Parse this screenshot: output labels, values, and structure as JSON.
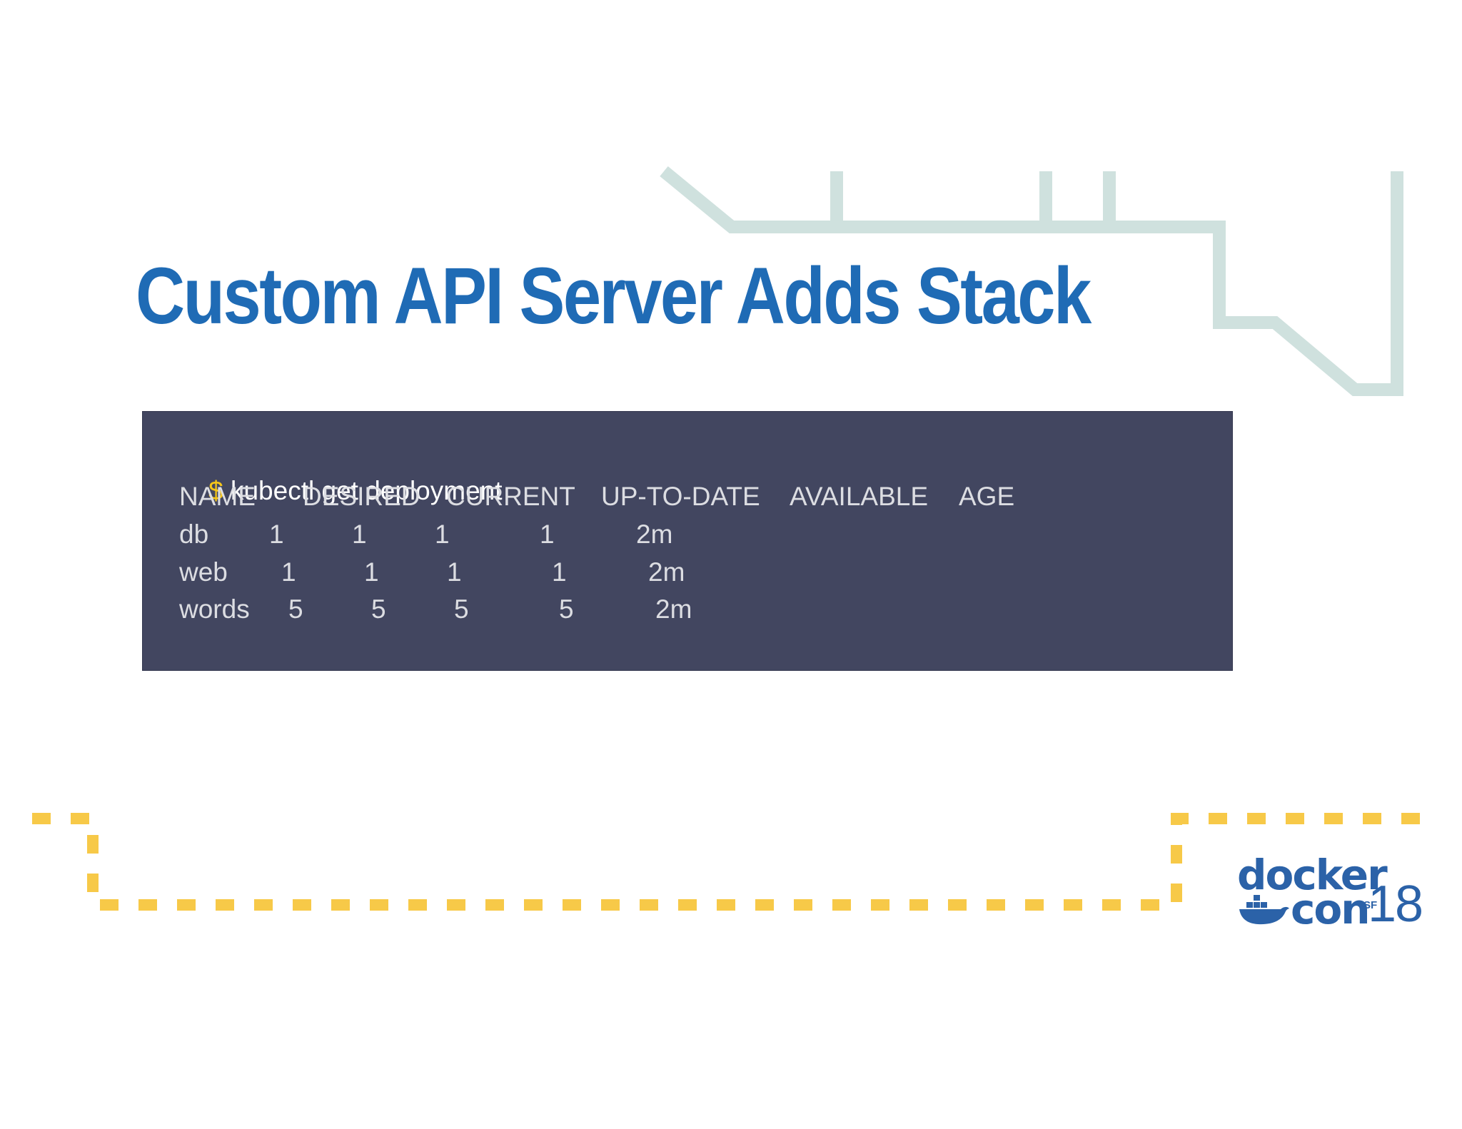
{
  "slide": {
    "title": "Custom API Server Adds Stack"
  },
  "terminal": {
    "prompt": "$",
    "command": "kubectl get deployment",
    "columns": [
      "NAME",
      "DESIRED",
      "CURRENT",
      "UP-TO-DATE",
      "AVAILABLE",
      "AGE"
    ],
    "rows": [
      {
        "name": "db",
        "desired": "1",
        "current": "1",
        "up_to_date": "1",
        "available": "1",
        "age": "2m"
      },
      {
        "name": "web",
        "desired": "1",
        "current": "1",
        "up_to_date": "1",
        "available": "1",
        "age": "2m"
      },
      {
        "name": "words",
        "desired": "5",
        "current": "5",
        "up_to_date": "5",
        "available": "5",
        "age": "2m"
      }
    ]
  },
  "logo": {
    "word1": "docker",
    "word2": "con",
    "location": "SF",
    "year": "18",
    "color": "#2b62a8"
  },
  "decor": {
    "circuit_color": "#cfe1de",
    "dash_color": "#f7c948",
    "terminal_bg": "#424660",
    "title_color": "#1f6bb5",
    "prompt_color": "#f5c518"
  }
}
